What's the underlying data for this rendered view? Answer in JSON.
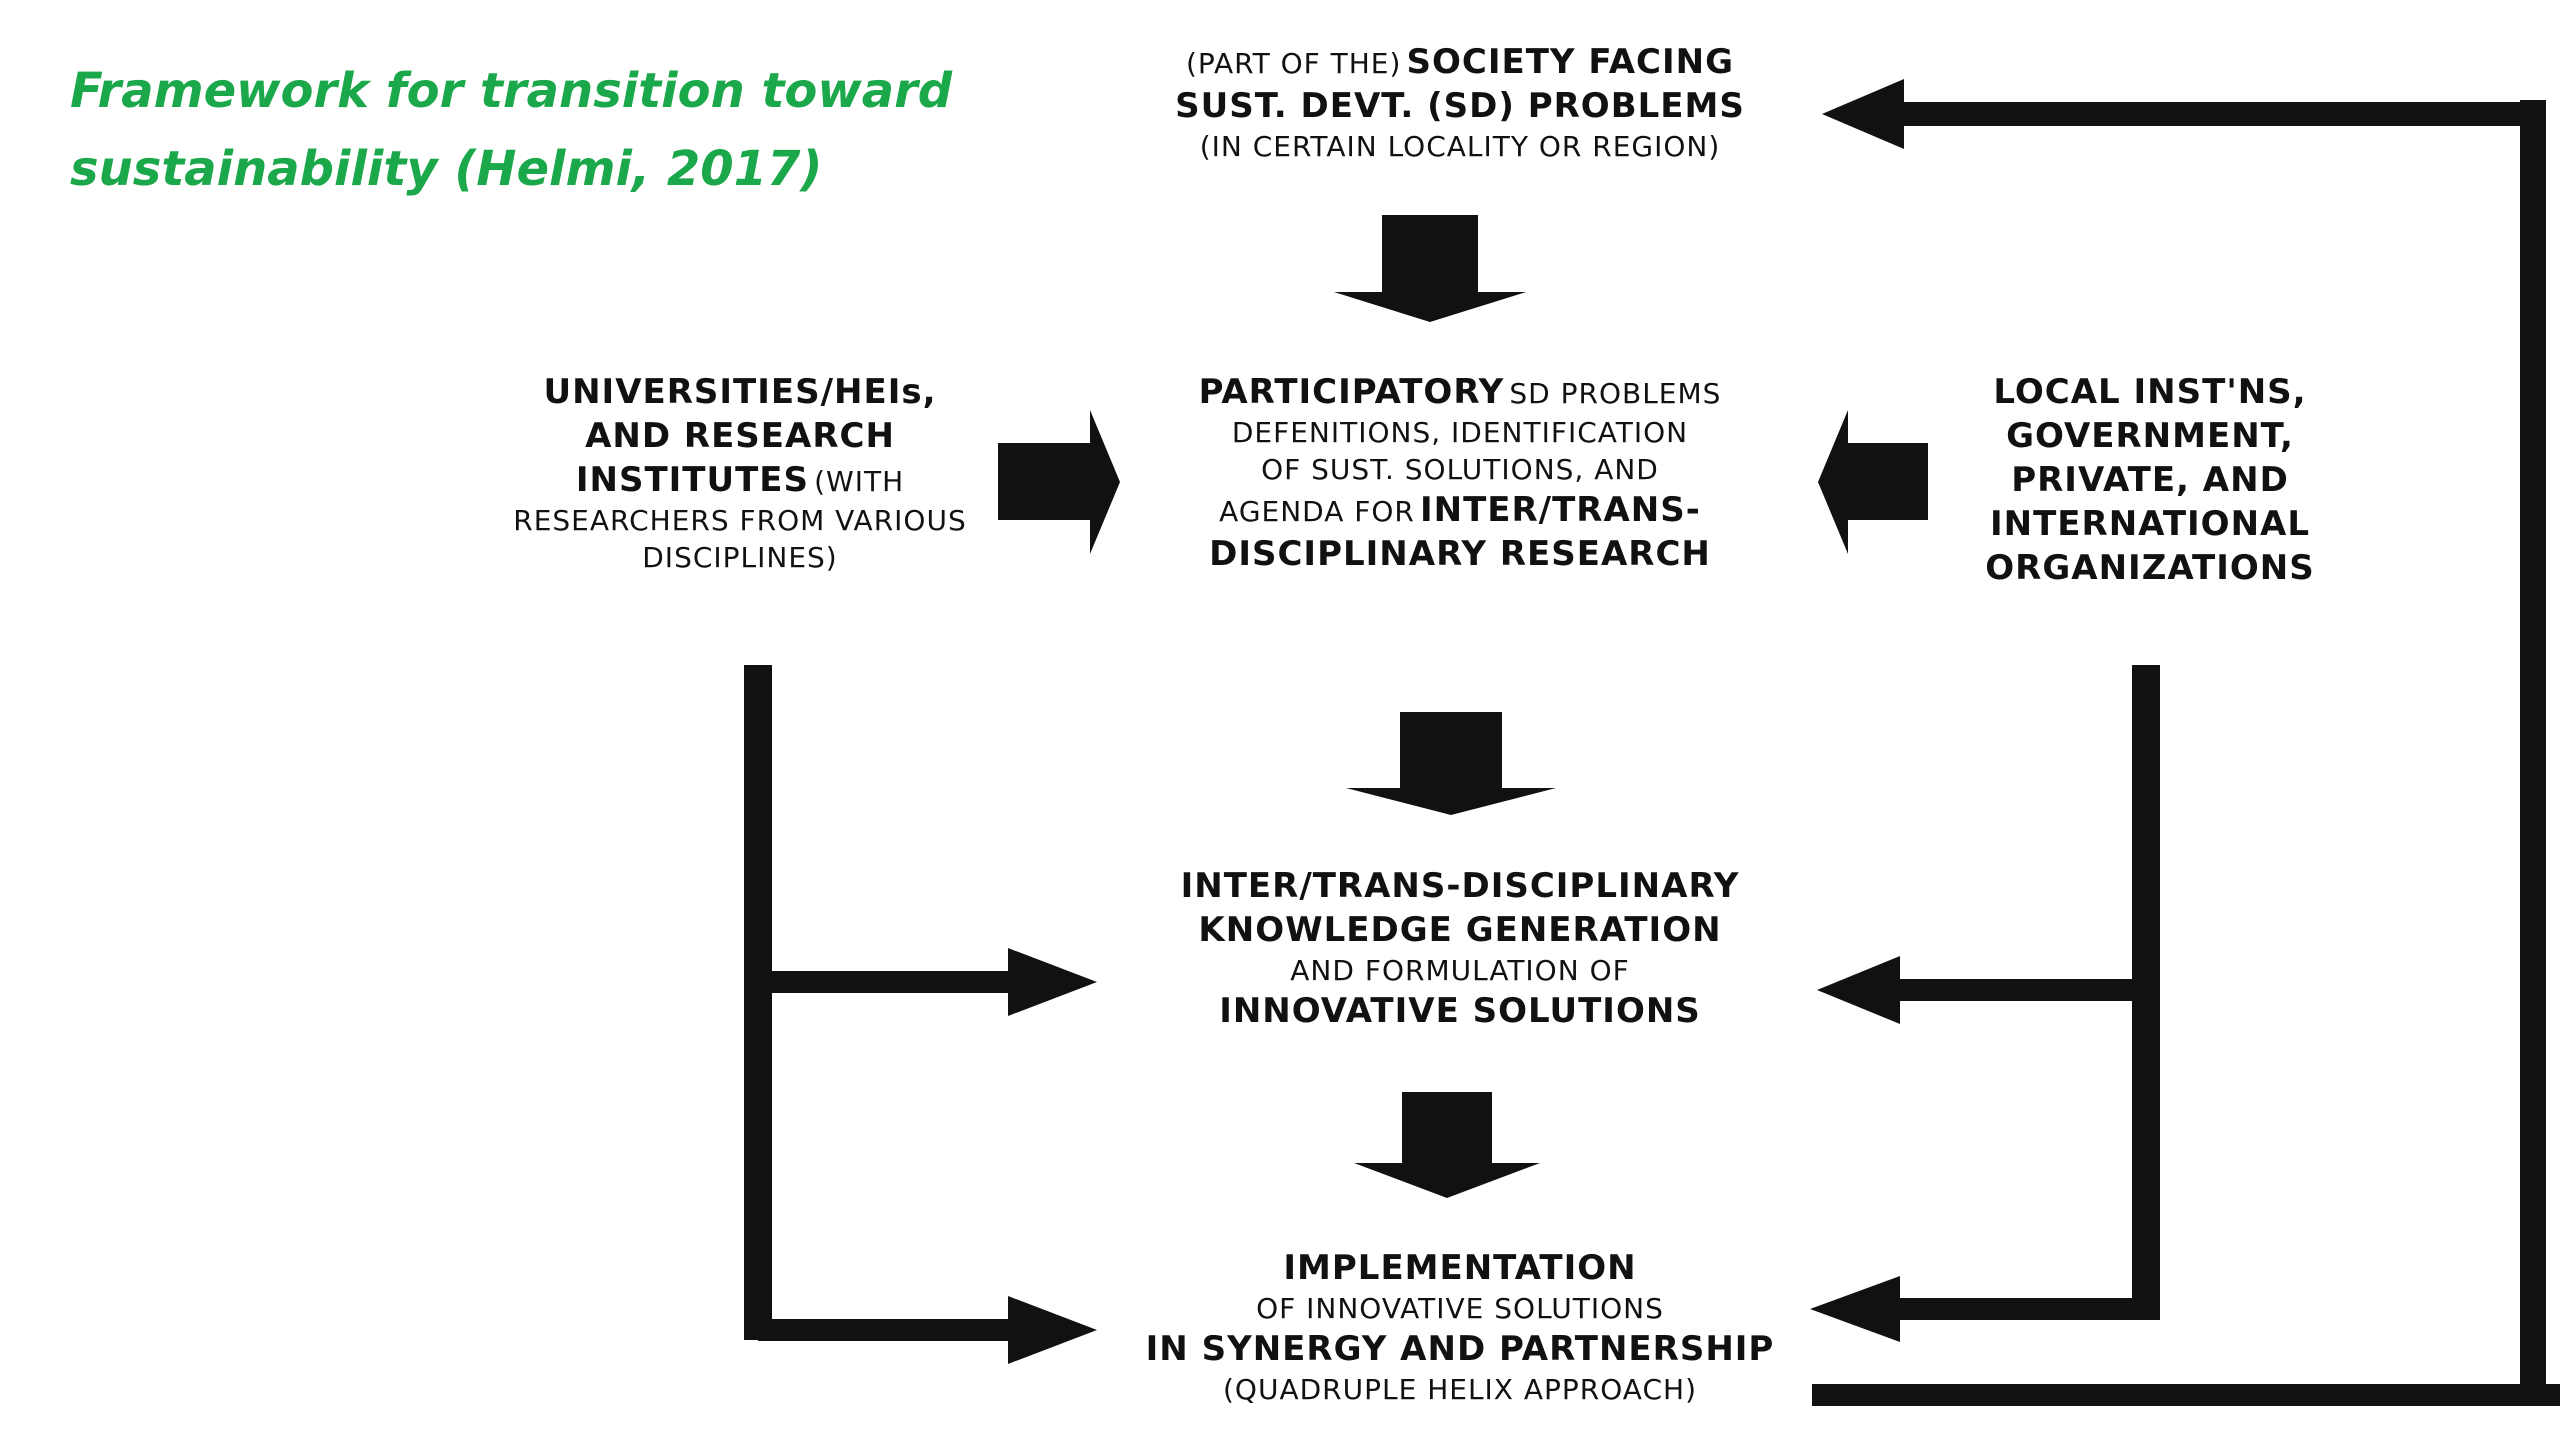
{
  "title": {
    "line1": "Framework for transition toward",
    "line2": "sustainability (Helmi, 2017)"
  },
  "top": {
    "line1_small": "(PART OF THE)",
    "line1_bold": "SOCIETY FACING",
    "line2": "SUST. DEVT. (SD) PROBLEMS",
    "line3": "(IN CERTAIN LOCALITY OR REGION)"
  },
  "universities": {
    "line1": "UNIVERSITIES/HEIs,",
    "line2": "AND RESEARCH",
    "line3_bold": "INSTITUTES",
    "line3_small": "(WITH",
    "line4": "RESEARCHERS FROM VARIOUS",
    "line5": "DISCIPLINES)"
  },
  "participatory": {
    "line1_bold": "PARTICIPATORY",
    "line1_small": "SD PROBLEMS",
    "line2": "DEFENITIONS, IDENTIFICATION",
    "line3": "OF SUST. SOLUTIONS, AND",
    "line4_small": "AGENDA FOR",
    "line4_bold": "INTER/TRANS-",
    "line5": "DISCIPLINARY RESEARCH"
  },
  "local": {
    "line1": "LOCAL INST'NS,",
    "line2": "GOVERNMENT,",
    "line3": "PRIVATE, AND",
    "line4": "INTERNATIONAL",
    "line5": "ORGANIZATIONS"
  },
  "knowledge": {
    "line1": "INTER/TRANS-DISCIPLINARY",
    "line2": "KNOWLEDGE GENERATION",
    "line3": "AND FORMULATION OF",
    "line4": "INNOVATIVE SOLUTIONS"
  },
  "implementation": {
    "line1": "IMPLEMENTATION",
    "line2": "OF INNOVATIVE SOLUTIONS",
    "line3": "IN SYNERGY AND PARTNERSHIP",
    "line4": "(QUADRUPLE HELIX APPROACH)"
  },
  "colors": {
    "title": "#1aa84a",
    "ink": "#111111"
  }
}
